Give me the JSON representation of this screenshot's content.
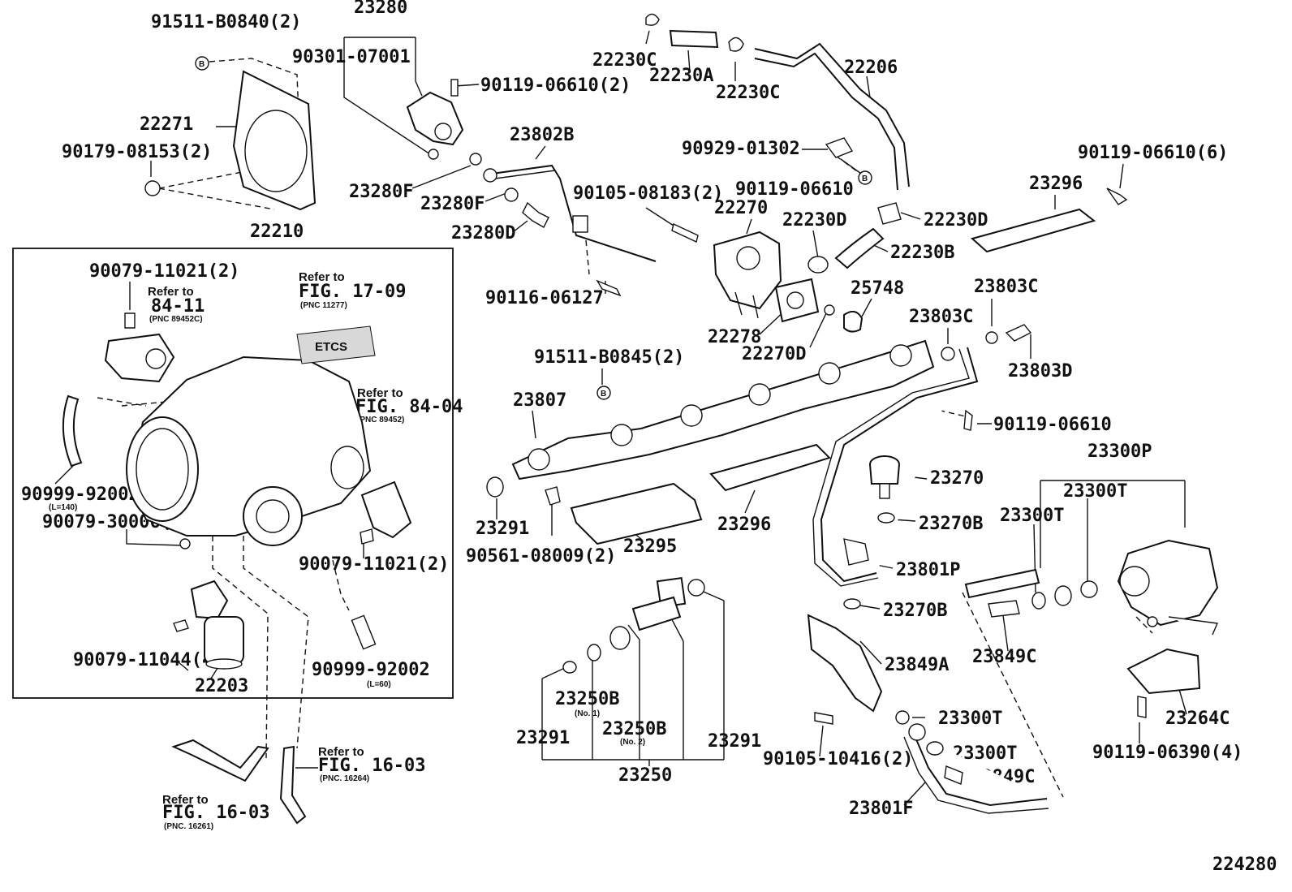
{
  "diagram": {
    "figure_number": "224280",
    "part_labels": [
      "91511-B0840(2)",
      "23280",
      "90301-07001",
      "90119-06610(2)",
      "22230C",
      "22230A",
      "22230C",
      "22206",
      "22271",
      "90179-08153(2)",
      "23802B",
      "23280F",
      "23280F",
      "23280D",
      "90929-01302",
      "90119-06610",
      "90119-06610(6)",
      "90105-08183(2)",
      "22270",
      "22230D",
      "22230D",
      "23296",
      "22210",
      "22230B",
      "90116-06127",
      "25748",
      "23803C",
      "22278",
      "22270D",
      "23803C",
      "23803D",
      "90079-11021(2)",
      "91511-B0845(2)",
      "23807",
      "90119-06610",
      "23300P",
      "23270",
      "23300T",
      "23300T",
      "90999-92002",
      "90079-30006(7)",
      "23291",
      "90561-08009(2)",
      "23295",
      "23296",
      "23270B",
      "90079-11021(2)",
      "23801P",
      "23270B",
      "90079-11044(4)",
      "90999-92002",
      "22203",
      "23849C",
      "23849A",
      "23250B",
      "23250B",
      "23291",
      "23291",
      "23300T",
      "23264C",
      "90105-10416(2)",
      "23300T",
      "23849C",
      "90119-06390(4)",
      "23250",
      "23801F"
    ],
    "notes": {
      "refer_84_11_line1": "Refer to",
      "refer_84_11_line2": "84-11",
      "refer_84_11_pnc": "(PNC 89452C)",
      "refer_17_09_line1": "Refer to",
      "refer_17_09_line2": "FIG. 17-09",
      "refer_17_09_pnc": "(PNC 11277)",
      "refer_84_04_line1": "Refer to",
      "refer_84_04_line2": "FIG. 84-04",
      "refer_84_04_pnc": "(PNC 89452)",
      "refer_16_03a_line1": "Refer to",
      "refer_16_03a_line2": "FIG. 16-03",
      "refer_16_03a_pnc": "(PNC. 16264)",
      "refer_16_03b_line1": "Refer to",
      "refer_16_03b_line2": "FIG. 16-03",
      "refer_16_03b_pnc": "(PNC. 16261)",
      "hose_len_140": "(L=140)",
      "hose_len_60": "(L=60)",
      "no1": "(No. 1)",
      "no2": "(No. 2)",
      "etcs_label": "ETCS",
      "bolt_mark": "B"
    }
  }
}
